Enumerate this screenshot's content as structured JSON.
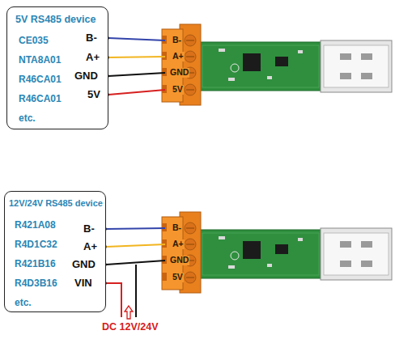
{
  "diagram": {
    "nodes": [
      {
        "text": [
          "5V RS485 device",
          "CE035",
          "NTA8A01",
          "R46CA01",
          "R46CA01",
          "etc."
        ]
      },
      {
        "text": [
          "12V/24V RS485 device",
          "R421A08",
          "R4D1C32",
          "R421B16",
          "R4D3B16",
          "etc."
        ]
      }
    ],
    "labels": [
      "B-",
      "A+",
      "GND",
      "5V",
      "B-",
      "A+",
      "GND",
      "5V",
      "B-",
      "A+",
      "GND",
      "VIN",
      "B-",
      "A+",
      "GND",
      "5V",
      "DC 12V/24V"
    ]
  }
}
